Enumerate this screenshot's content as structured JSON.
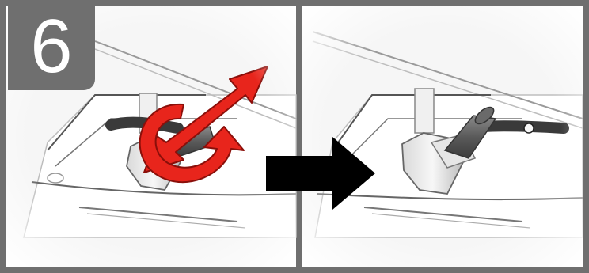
{
  "step": {
    "number": "6"
  },
  "panels": [
    {
      "name": "before",
      "icon": "rotate-tube-fitting-illustration"
    },
    {
      "name": "after",
      "icon": "installed-tube-fitting-illustration"
    }
  ],
  "indicators": {
    "action_arrows_color": "#e8251c",
    "transition_arrow_color": "#000000",
    "frame_color": "#6f6f6f"
  }
}
